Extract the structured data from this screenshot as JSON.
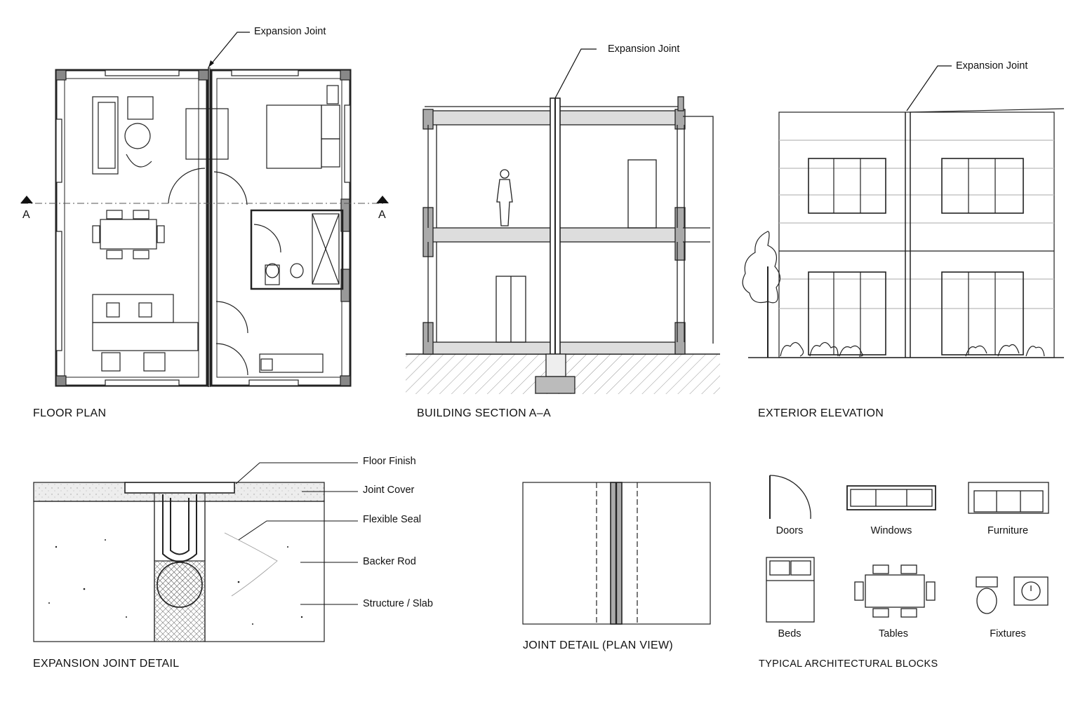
{
  "floor_plan": {
    "title": "FLOOR PLAN",
    "callout": "Expansion Joint",
    "section_mark_left": "A",
    "section_mark_right": "A"
  },
  "section": {
    "title": "BUILDING SECTION A–A",
    "callout": "Expansion Joint"
  },
  "elevation": {
    "title": "EXTERIOR ELEVATION",
    "callout": "Expansion Joint"
  },
  "joint_detail": {
    "title": "EXPANSION JOINT DETAIL",
    "labels": [
      "Floor Finish",
      "Joint Cover",
      "Flexible Seal",
      "Backer Rod",
      "Structure / Slab"
    ]
  },
  "plan_view": {
    "title": "JOINT DETAIL (PLAN VIEW)"
  },
  "blocks": {
    "title": "TYPICAL ARCHITECTURAL BLOCKS",
    "items": [
      "Doors",
      "Windows",
      "Furniture",
      "Beds",
      "Tables",
      "Fixtures"
    ]
  }
}
